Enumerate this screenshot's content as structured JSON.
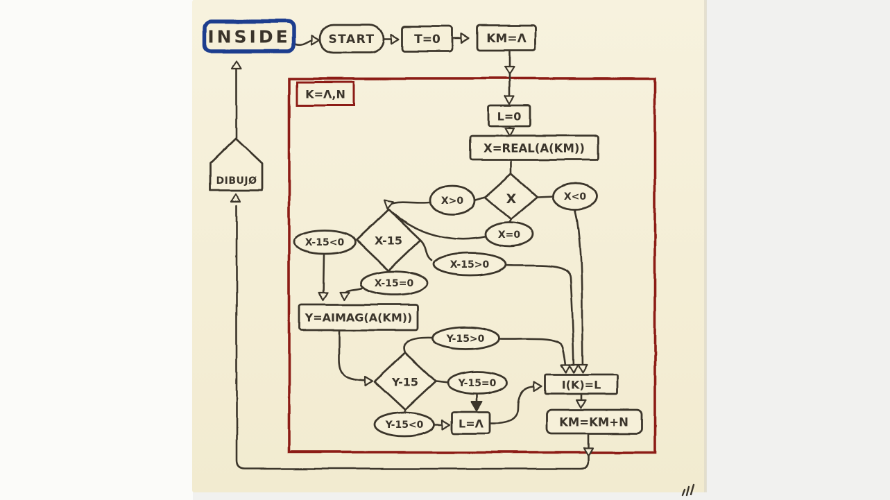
{
  "colors": {
    "ink": "#3a342b",
    "loop_red": "#8c1c14",
    "inside_blue": "#1f3e8e",
    "paper": "#f6f0d9",
    "margin_left": "#fbfbf9",
    "margin_right": "#f1f1ef"
  },
  "flowchart": {
    "nodes": {
      "inside": "INSIDE",
      "start": "START",
      "t_zero": "T=0",
      "km_init": "KM=Λ",
      "loop_label": "K=Λ,N",
      "l_zero": "L=0",
      "x_assign": "X=REAL(A(KM))",
      "x_test": "X",
      "x_gt": "X>0",
      "x_lt": "X<0",
      "x_eq": "X=0",
      "x15_test": "X-15",
      "x15_lt": "X-15<0",
      "x15_eq": "X-15=0",
      "x15_gt": "X-15>0",
      "y_assign": "Y=AIMAG(A(KM))",
      "y15_test": "Y-15",
      "y15_gt": "Y-15>0",
      "y15_eq": "Y-15=0",
      "y15_lt": "Y-15<0",
      "l_one": "L=Λ",
      "result": "I(K)=L",
      "km_step": "KM=KM+N",
      "dibujo": "DIBUJØ"
    },
    "marks": {
      "corner_mark": "pen-scribble-icon"
    }
  }
}
